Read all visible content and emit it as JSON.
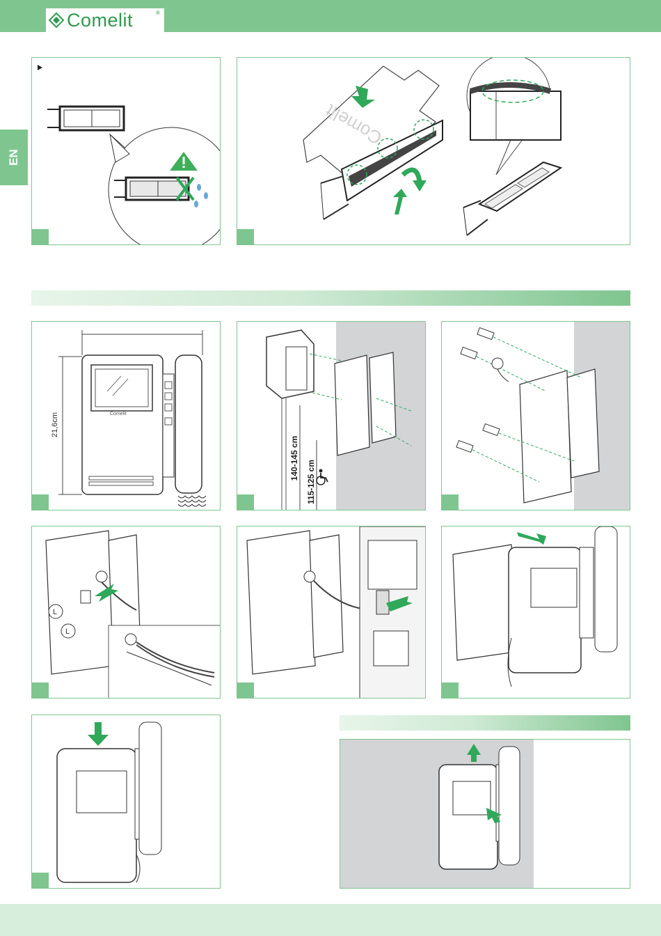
{
  "brand": {
    "name": "Comelit",
    "reg": "®",
    "icon": "comelit-logo-icon"
  },
  "language_tab": "EN",
  "colors": {
    "brand_green": "#7fc58f",
    "arrow_green": "#2fa85a",
    "wall_grey": "#d3d4d6",
    "warning_green": "#3fae5a"
  },
  "icons": [
    "comelit-logo-icon",
    "warning-icon",
    "no-water-icon",
    "wheelchair-icon",
    "arrow-icon"
  ],
  "measurements": {
    "height": "21,6cm",
    "mount_height": "140-145 cm",
    "accessible_height": "115-125 cm"
  },
  "labels": {
    "wire_label": "L",
    "device_logo": "Comelit",
    "cover_logo": "Comelit"
  }
}
